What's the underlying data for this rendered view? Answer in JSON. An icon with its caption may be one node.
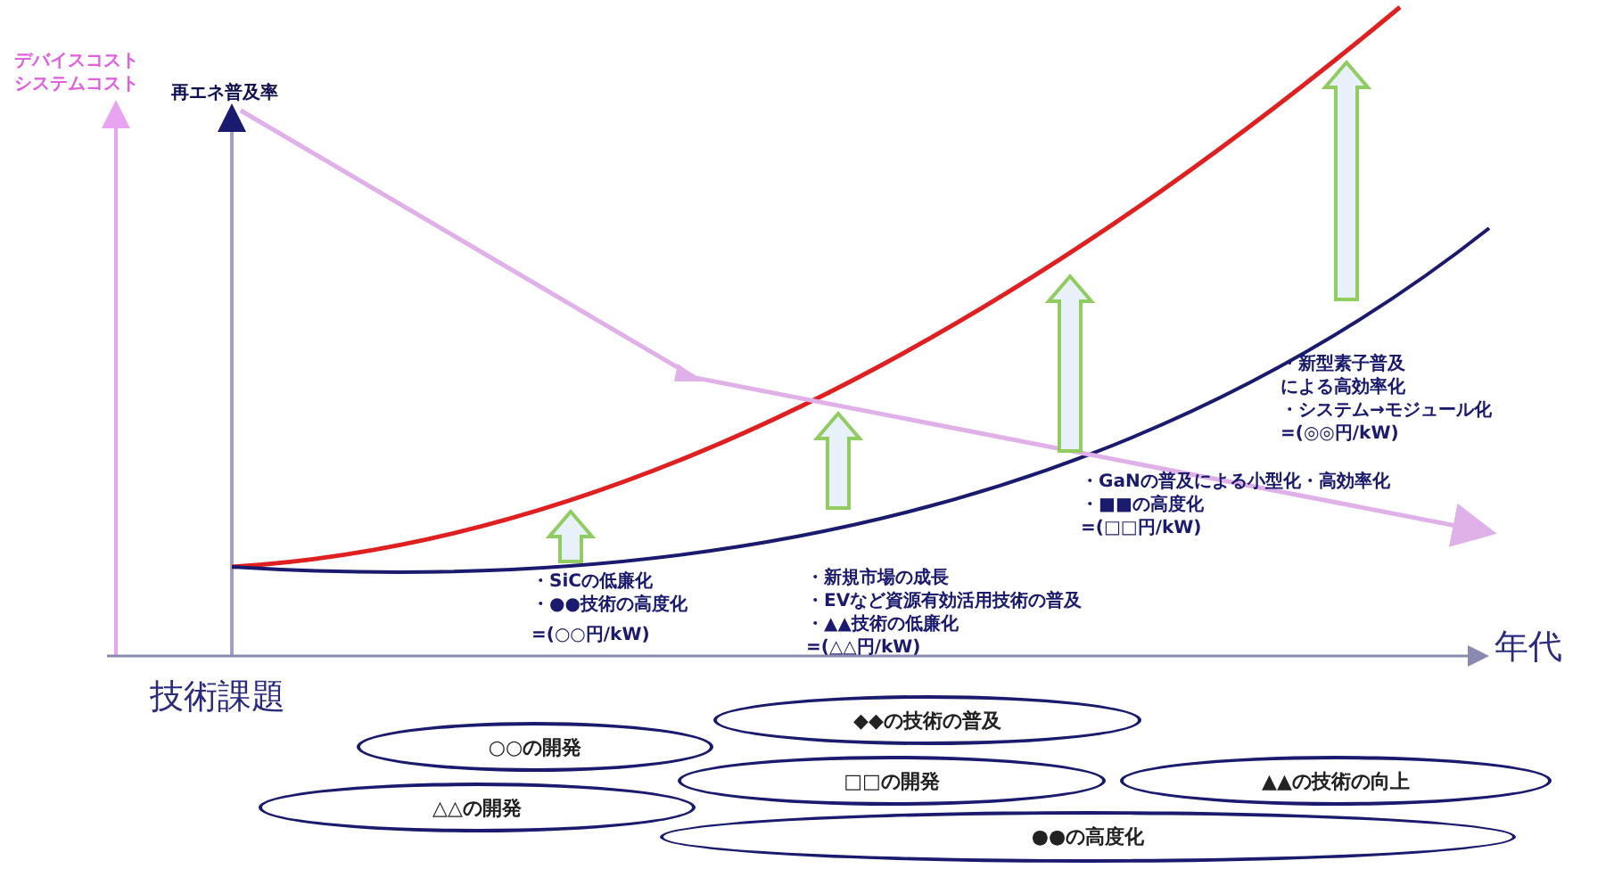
{
  "diagram": {
    "nodes": [
      {
        "text": [
          "◆◆の技術の普及"
        ]
      },
      {
        "text": [
          "○○の開発"
        ]
      },
      {
        "text": [
          "□□の開発"
        ]
      },
      {
        "text": [
          "▲▲の技術の向上"
        ]
      },
      {
        "text": [
          "△△の開発"
        ]
      },
      {
        "text": [
          "●●の高度化"
        ]
      }
    ],
    "edges": [],
    "labels": [
      "デバイスコスト",
      "システムコスト",
      "再エネ普及率",
      "・新型素子普及による高効率化",
      "・システム→モジュール化",
      "=(◎◎円/kW)",
      "・GaNの普及による小型化・高効率化",
      "・■■の高度化",
      "=(□□円/kW)",
      "・新規市場の成長",
      "・EVなど資源有効活用技術の普及",
      "・▲▲技術の低廉化",
      "=(△△円/kW)",
      "・SiCの低廉化",
      "・●●技術の高度化",
      "=(○○円/kW)",
      "年代",
      "技術課題"
    ]
  }
}
